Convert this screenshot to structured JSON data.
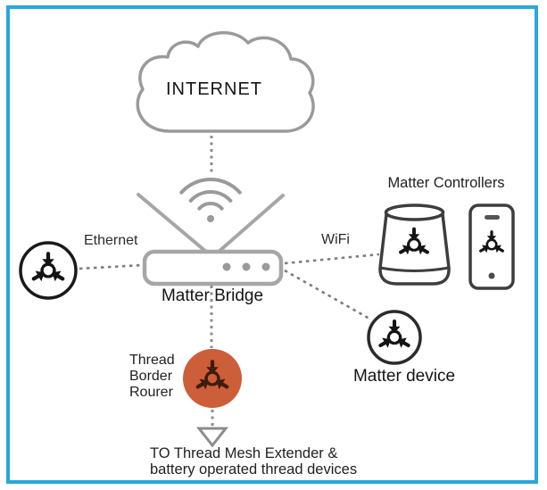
{
  "diagram": {
    "internet_label": "INTERNET",
    "matter_bridge_label": "Matter Bridge",
    "ethernet_label": "Ethernet",
    "wifi_label": "WiFi",
    "matter_controllers_label": "Matter Controllers",
    "matter_device_label": "Matter device",
    "thread_border_router_label": {
      "line1": "Thread",
      "line2": "Border",
      "line3": "Rourer"
    },
    "bottom_note": {
      "line1": "TO Thread Mesh Extender &",
      "line2": "battery operated thread devices"
    }
  },
  "colors": {
    "frame_border": "#2AA7DB",
    "thread_router_fill": "#CD5E3A",
    "thread_router_logo": "#3F1C0D",
    "link_gray": "#8C8C8C",
    "router_gray": "#A6A6A6",
    "device_outline": "#3D3D3D",
    "logo_black": "#141414"
  }
}
